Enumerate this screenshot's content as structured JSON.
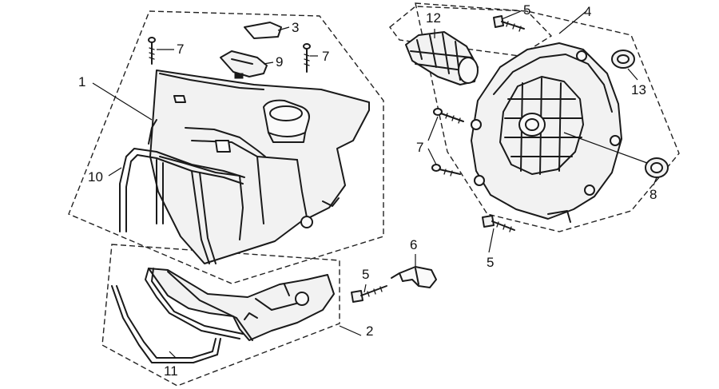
{
  "callouts": {
    "c1": "1",
    "c2": "2",
    "c3": "3",
    "c4": "4",
    "c5a": "5",
    "c5b": "5",
    "c5c": "5",
    "c6": "6",
    "c7a": "7",
    "c7b": "7",
    "c7c": "7",
    "c8": "8",
    "c9": "9",
    "c10": "10",
    "c11": "11",
    "c12": "12",
    "c13": "13"
  },
  "colors": {
    "ink": "#1a1a1a",
    "paper": "#ffffff"
  }
}
